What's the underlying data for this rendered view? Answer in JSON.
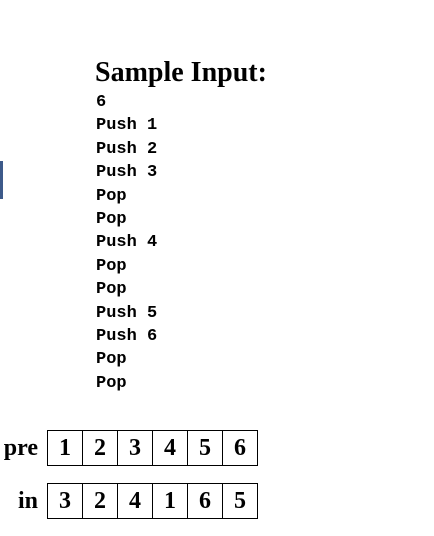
{
  "sample": {
    "title": "Sample Input:",
    "lines": [
      "6",
      "Push 1",
      "Push 2",
      "Push 3",
      "Pop",
      "Pop",
      "Push 4",
      "Pop",
      "Pop",
      "Push 5",
      "Push 6",
      "Pop",
      "Pop"
    ]
  },
  "sequences": {
    "pre": {
      "label": "pre",
      "values": [
        "1",
        "2",
        "3",
        "4",
        "5",
        "6"
      ]
    },
    "in": {
      "label": "in",
      "values": [
        "3",
        "2",
        "4",
        "1",
        "6",
        "5"
      ]
    }
  },
  "colors": {
    "accent_bar": "#3d5a8a",
    "text": "#000000",
    "background": "#ffffff"
  }
}
